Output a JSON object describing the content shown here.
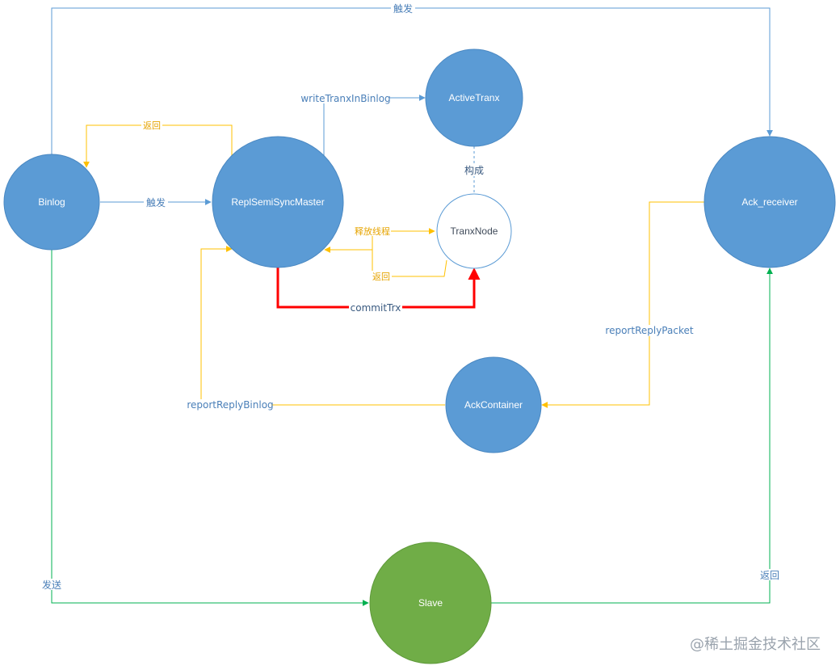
{
  "colors": {
    "node_blue": "#5b9bd5",
    "node_green": "#70ad47",
    "edge_blue": "#5b9bd5",
    "edge_orange": "#ffc000",
    "edge_red": "#ff0000",
    "edge_green": "#00b050"
  },
  "nodes": {
    "binlog": "Binlog",
    "repl_master": "ReplSemiSyncMaster",
    "active_tranx": "ActiveTranx",
    "tranx_node": "TranxNode",
    "ack_receiver": "Ack_receiver",
    "ack_container": "AckContainer",
    "slave": "Slave"
  },
  "edges": {
    "top_trigger": "触发",
    "binlog_trigger": "触发",
    "return_to_binlog": "返回",
    "write_tranx": "writeTranxInBinlog",
    "compose": "构成",
    "release_thread": "释放线程",
    "return_tranx": "返回",
    "commit_trx": "commitTrx",
    "report_reply_packet": "reportReplyPacket",
    "report_reply_binlog": "reportReplyBinlog",
    "send": "发送",
    "slave_return": "返回"
  },
  "watermark": "@稀土掘金技术社区"
}
